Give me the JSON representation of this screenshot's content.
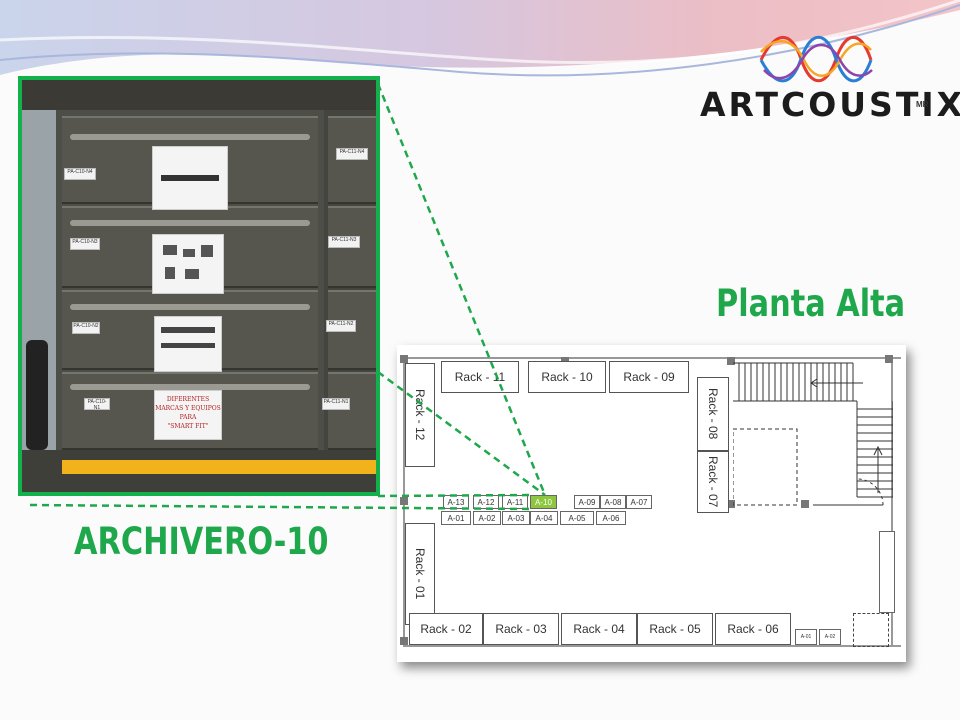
{
  "header": {
    "brand": "ARTCOUSTIX",
    "brand_mark": "MR"
  },
  "photo": {
    "labels": [
      "PA-C10-N4",
      "PA-C10-N3",
      "PA-C10-N2",
      "PA-C10-N1",
      "PA-C11-N4",
      "PA-C11-N3",
      "PA-C11-N2",
      "PA-C11-N1"
    ],
    "sign_text": [
      "DIFERENTES",
      "MARCAS Y EQUIPOS",
      "PARA",
      "\"SMART FIT\""
    ]
  },
  "captions": {
    "archivero": "ARCHIVERO-10",
    "planta": "Planta Alta"
  },
  "floor_plan": {
    "racks_top": [
      "Rack - 11",
      "Rack - 10",
      "Rack - 09"
    ],
    "racks_bottom": [
      "Rack - 02",
      "Rack - 03",
      "Rack - 04",
      "Rack - 05",
      "Rack - 06"
    ],
    "rack_left_top": "Rack - 12",
    "rack_left_bottom": "Rack - 01",
    "rack_right_top": "Rack - 08",
    "rack_right_bottom": "Rack - 07",
    "cabinets_top_left": [
      "A-13",
      "A-12",
      "A-11",
      "A-10"
    ],
    "cabinets_top_right": [
      "A-09",
      "A-08",
      "A-07"
    ],
    "cabinets_bottom": [
      "A-01",
      "A-02",
      "A-03",
      "A-04",
      "A-05",
      "A-06"
    ],
    "small_boxes": [
      "A-01",
      "A-02"
    ],
    "highlighted": "A-10",
    "highlight_color": "#8dc63f"
  },
  "colors": {
    "accent": "#1fa84b",
    "frame": "#12b14b"
  }
}
